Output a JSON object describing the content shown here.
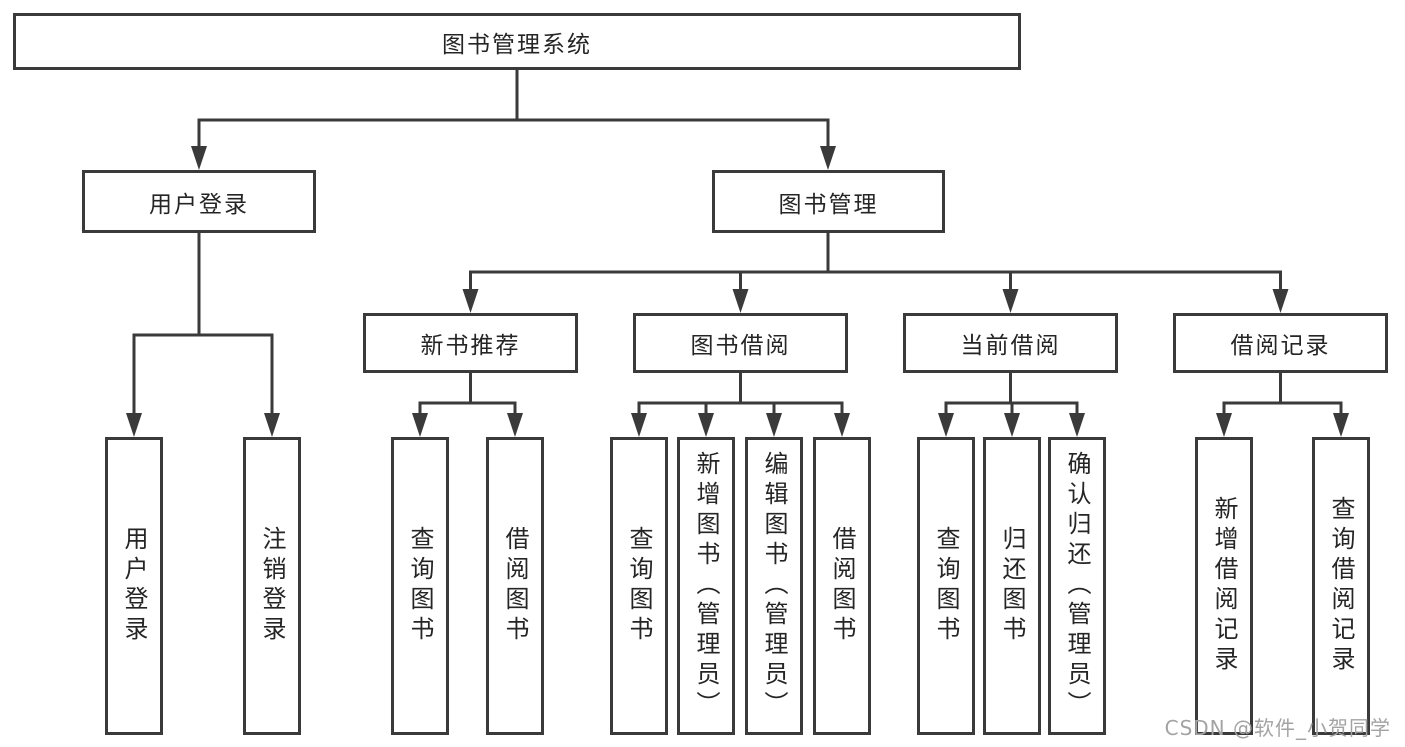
{
  "diagram": {
    "root": {
      "label": "图书管理系统"
    },
    "level2": {
      "user_login": {
        "label": "用户登录"
      },
      "book_management": {
        "label": "图书管理"
      }
    },
    "level3": {
      "new_book_recommend": {
        "label": "新书推荐"
      },
      "book_borrowing": {
        "label": "图书借阅"
      },
      "current_borrowing": {
        "label": "当前借阅"
      },
      "borrowing_records": {
        "label": "借阅记录"
      }
    },
    "leaves": {
      "user_login": {
        "label": "用户登录"
      },
      "logout": {
        "label": "注销登录"
      },
      "nb_query_book": {
        "label": "查询图书"
      },
      "nb_borrow_book": {
        "label": "借阅图书"
      },
      "bb_query_book": {
        "label": "查询图书"
      },
      "bb_add_book": {
        "label": "新增图书（管理员）"
      },
      "bb_edit_book": {
        "label": "编辑图书（管理员）"
      },
      "bb_borrow_book": {
        "label": "借阅图书"
      },
      "cb_query_book": {
        "label": "查询图书"
      },
      "cb_return_book": {
        "label": "归还图书"
      },
      "cb_confirm_return": {
        "label": "确认归还（管理员）"
      },
      "br_add_record": {
        "label": "新增借阅记录"
      },
      "br_query_record": {
        "label": "查询借阅记录"
      }
    },
    "watermark": "CSDN @软件_小贺同学",
    "colors": {
      "line": "#3a3a3a",
      "text": "#252525",
      "background": "#ffffff",
      "watermark": "#a3a3a3"
    }
  }
}
